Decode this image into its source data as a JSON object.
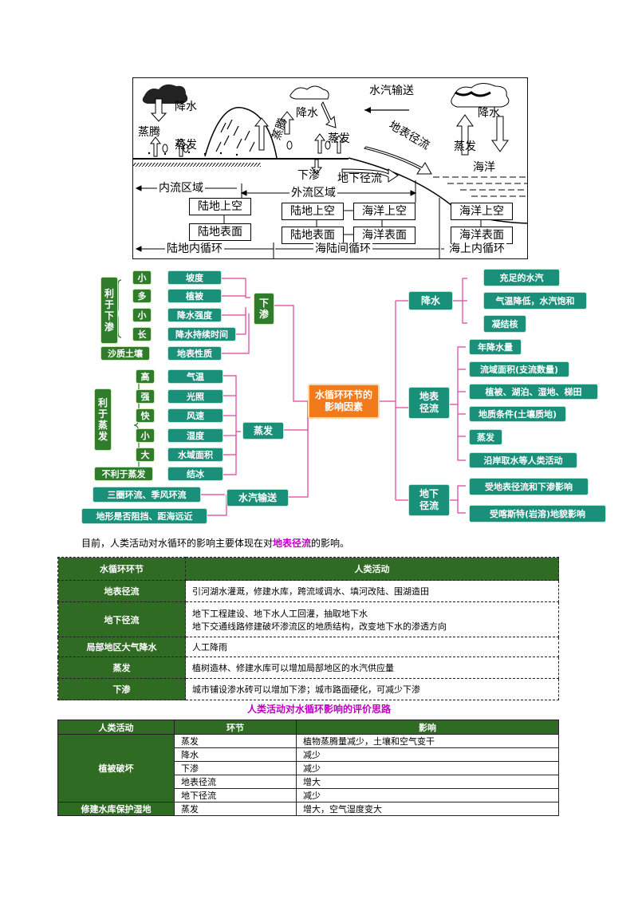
{
  "diagram": {
    "jiangshui_left": "降水",
    "zhengteng": "蒸腾",
    "zhengfa_left": "蒸发",
    "jiangshui_mid": "降水",
    "zhengteng_mid": "蒸腾",
    "zhengfa_mid": "蒸发",
    "xiashen": "下渗",
    "dixia_jingliu": "地下径流",
    "dibiao_jingliu": "地表径流",
    "shuiqi_shusong": "水汽输送",
    "jiangshui_right": "降水",
    "zhengfa_right": "蒸发",
    "haiyang": "海洋",
    "neiliu_quyu": "内流区域",
    "wailiu_quyu": "外流区域",
    "boxes": {
      "ludi_shangkong_1": "陆地上空",
      "ludi_biaomian_1": "陆地表面",
      "ludi_shangkong_2": "陆地上空",
      "ludi_biaomian_2": "陆地表面",
      "haiyang_shangkong_1": "海洋上空",
      "haiyang_biaomian_1": "海洋表面",
      "haiyang_shangkong_2": "海洋上空",
      "haiyang_biaomian_2": "海洋表面"
    },
    "ludi_neixunhuan": "陆地内循环",
    "hailu_jian_xunhuan": "海陆间循环",
    "haishang_neixunhuan": "海上内循环"
  },
  "mindmap": {
    "center": "水循环环节的影响因素",
    "xiashen": {
      "label": "下渗",
      "group": "利于下渗",
      "quals": [
        "小",
        "多",
        "小",
        "长"
      ],
      "items": [
        "坡度",
        "植被",
        "降水强度",
        "降水持续时间"
      ],
      "extra_qual": "沙质土壤",
      "extra_item": "地表性质"
    },
    "zhengfa": {
      "label": "蒸发",
      "group": "利于蒸发",
      "quals": [
        "高",
        "强",
        "快",
        "小",
        "大"
      ],
      "items": [
        "气温",
        "光照",
        "风速",
        "湿度",
        "水域面积"
      ],
      "extra_qual": "不利于蒸发",
      "extra_item": "结冰"
    },
    "shuiqi": {
      "label": "水汽输送",
      "items": [
        "三圈环流、季风环流",
        "地形是否阻挡、距海远近"
      ]
    },
    "jiangshui": {
      "label": "降水",
      "items": [
        "充足的水汽",
        "气温降低，水汽饱和",
        "凝结核"
      ]
    },
    "dibiao": {
      "label": "地表径流",
      "items": [
        "年降水量",
        "流域面积(支流数量)",
        "植被、湖泊、湿地、梯田",
        "地质条件(土壤质地)",
        "蒸发",
        "沿岸取水等人类活动"
      ]
    },
    "dixia": {
      "label": "地下径流",
      "items": [
        "受地表径流和下渗影响",
        "受喀斯特(岩溶)地貌影响"
      ]
    }
  },
  "intro": {
    "before": "目前，人类活动对水循环的影响主要体现在对",
    "highlight": "地表径流",
    "after": "的影响。"
  },
  "table1": {
    "headers": [
      "水循环环节",
      "人类活动"
    ],
    "rows": [
      {
        "key": "地表径流",
        "lines": [
          "引河湖水灌溉，修建水库，跨流域调水、填河改陆、围湖造田"
        ]
      },
      {
        "key": "地下径流",
        "lines": [
          "地下工程建设、地下水人工回灌，抽取地下水",
          "地下交通线路修建破坏渗流区的地质结构，改变地下水的渗透方向"
        ]
      },
      {
        "key": "局部地区大气降水",
        "lines": [
          "人工降雨"
        ]
      },
      {
        "key": "蒸发",
        "lines": [
          "植树造林、修建水库可以增加局部地区的水汽供应量"
        ]
      },
      {
        "key": "下渗",
        "lines": [
          "城市铺设渗水砖可以增加下渗；城市路面硬化，可减少下渗"
        ]
      }
    ]
  },
  "table2": {
    "title": "人类活动对水循环影响的评价思路",
    "headers": [
      "人类活动",
      "环节",
      "影响"
    ],
    "group1": "植被破坏",
    "group1_rows": [
      {
        "link": "蒸发",
        "effect": "植物蒸腾量减少，土壤和空气变干"
      },
      {
        "link": "降水",
        "effect": "减少"
      },
      {
        "link": "下渗",
        "effect": "减少"
      },
      {
        "link": "地表径流",
        "effect": "增大"
      },
      {
        "link": "地下径流",
        "effect": "减少"
      }
    ],
    "group2": "修建水库保护湿地",
    "group2_row": {
      "link": "蒸发",
      "effect": "增大，空气湿度变大"
    }
  }
}
